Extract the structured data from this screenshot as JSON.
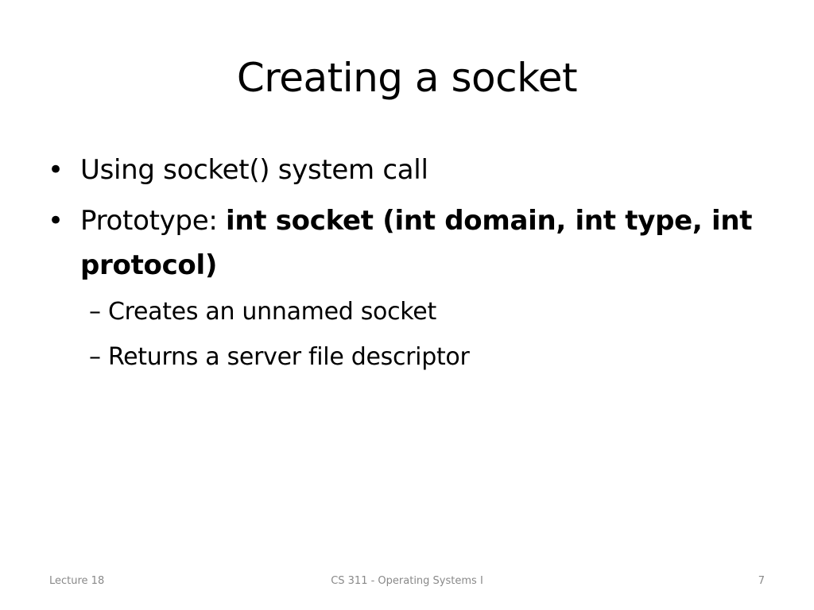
{
  "slide": {
    "title": "Creating a socket",
    "bullets": [
      {
        "marker": "•",
        "text": "Using socket() system call"
      },
      {
        "marker": "•",
        "prefix": "Prototype: ",
        "bold_text": "int socket (int domain, int type, int protocol)"
      }
    ],
    "sub_bullets": [
      {
        "marker": "–",
        "text": "Creates an unnamed socket"
      },
      {
        "marker": "–",
        "text": "Returns a server file descriptor"
      }
    ],
    "footer": {
      "left": "Lecture 18",
      "center": "CS 311 - Operating Systems I",
      "right": "7"
    }
  }
}
